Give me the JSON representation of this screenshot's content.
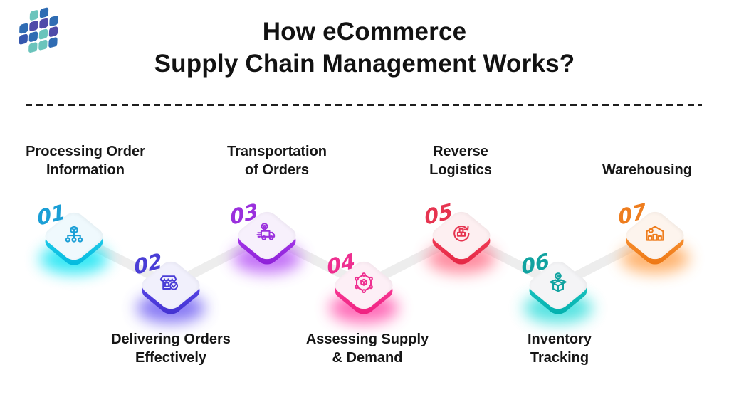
{
  "page": {
    "background": "#ffffff"
  },
  "logo": {
    "name": "brand-logo",
    "tile_colors": [
      "#6bc4bc",
      "#2f6cb3",
      "#4f4ba9",
      "#3557ae"
    ]
  },
  "header": {
    "title_line1": "How eCommerce",
    "title_line2": "Supply Chain Management Works?",
    "title_color": "#121212"
  },
  "divider": {
    "style": "dashed",
    "color": "#1f1f1f"
  },
  "connector_color": "#ededed",
  "steps": [
    {
      "number": "01",
      "label_line1": "Processing Order",
      "label_line2": "Information",
      "icon": "order-hierarchy-icon",
      "accent": "#1b9fd6",
      "edge_from": "#36d6f2",
      "edge_to": "#00b9dd",
      "face": "#eff9fd",
      "glow": "#00e2f2"
    },
    {
      "number": "02",
      "label_line1": "Delivering Orders",
      "label_line2": "Effectively",
      "icon": "store-check-icon",
      "accent": "#4a3ed6",
      "edge_from": "#6a53f6",
      "edge_to": "#4030cf",
      "face": "#f1f0fc",
      "glow": "#6a58f2"
    },
    {
      "number": "03",
      "label_line1": "Transportation",
      "label_line2": "of Orders",
      "icon": "truck-pin-icon",
      "accent": "#9a30dd",
      "edge_from": "#b545f6",
      "edge_to": "#8b1fd6",
      "face": "#f7f0fc",
      "glow": "#b44ef5"
    },
    {
      "number": "04",
      "label_line1": "Assessing Supply",
      "label_line2": "& Demand",
      "icon": "network-cube-icon",
      "accent": "#ee2f90",
      "edge_from": "#ff4aa6",
      "edge_to": "#ee1f7e",
      "face": "#fdeff6",
      "glow": "#ff47a6"
    },
    {
      "number": "05",
      "label_line1": "Reverse",
      "label_line2": "Logistics",
      "icon": "reverse-boxes-icon",
      "accent": "#e63450",
      "edge_from": "#fa4f63",
      "edge_to": "#e32443",
      "face": "#fdeff1",
      "glow": "#ff6d86"
    },
    {
      "number": "06",
      "label_line1": "Inventory",
      "label_line2": "Tracking",
      "icon": "box-pin-icon",
      "accent": "#11a3a0",
      "edge_from": "#2ad2cd",
      "edge_to": "#00aeac",
      "face": "#f4f4f6",
      "glow": "#2adcda"
    },
    {
      "number": "07",
      "label_line1": "Warehousing",
      "label_line2": "",
      "icon": "warehouse-icon",
      "accent": "#ee7d1e",
      "edge_from": "#ffa143",
      "edge_to": "#ec7512",
      "face": "#fdf4ed",
      "glow": "#ffa04a"
    }
  ]
}
